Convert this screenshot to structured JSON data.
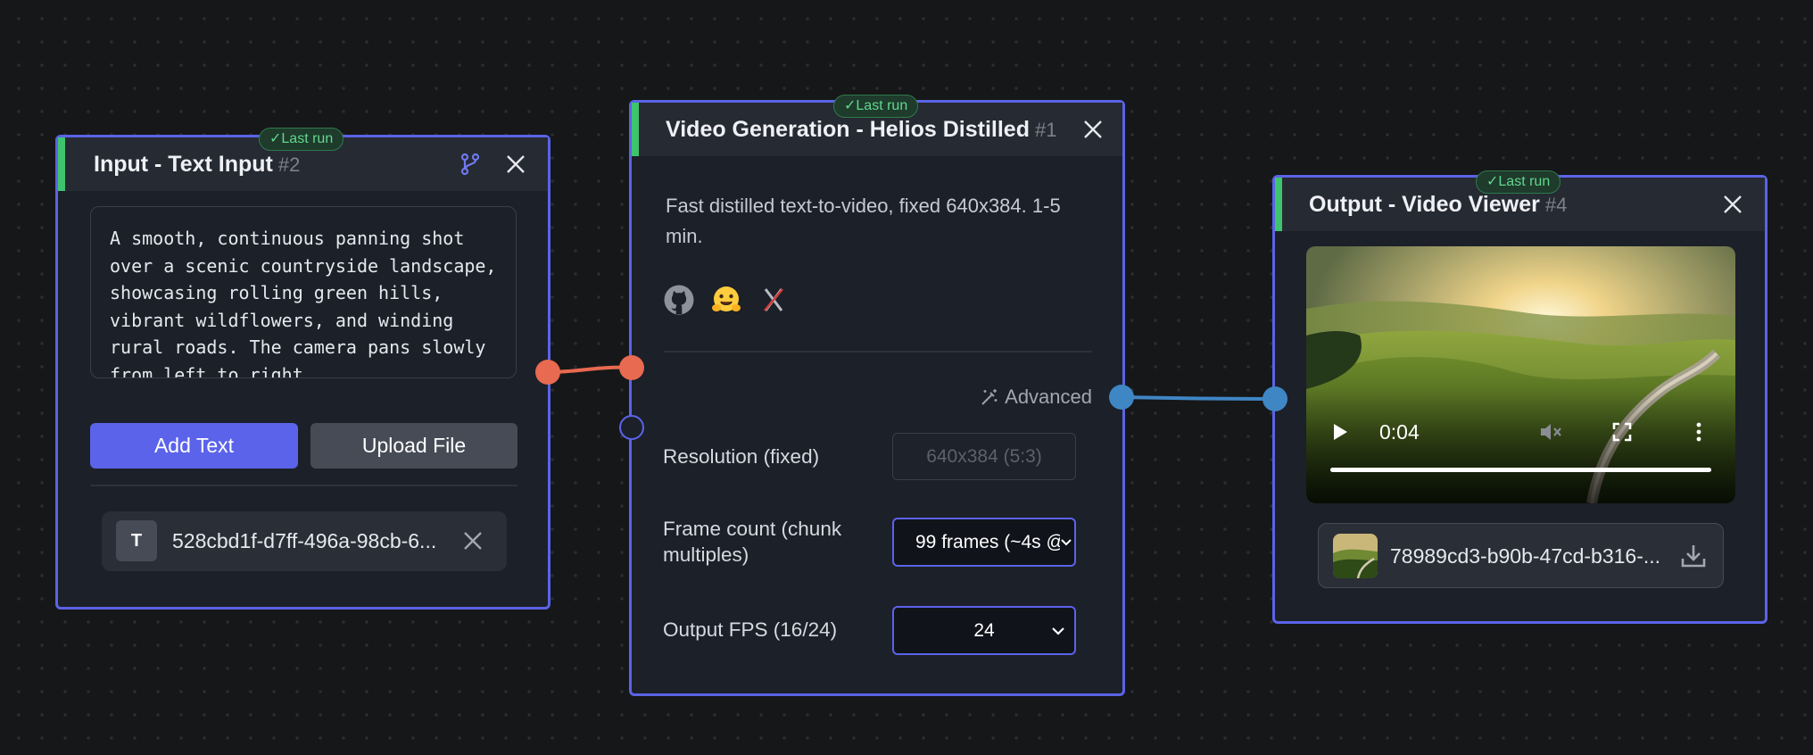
{
  "colors": {
    "accent": "#5b63ea",
    "success": "#3ec46d",
    "wire_text": "#e86a50",
    "wire_video": "#3f86c4"
  },
  "nodes": {
    "input": {
      "title": "Input - Text Input",
      "number": "#2",
      "badge": "Last run",
      "badge_check": "✓",
      "branch_icon": "branch-icon",
      "text": "A smooth, continuous panning shot over a scenic countryside landscape, showcasing rolling green hills, vibrant wildflowers, and winding rural roads. The camera pans slowly from left to right, …",
      "add_text_label": "Add Text",
      "upload_file_label": "Upload File",
      "chip_letter": "T",
      "chip_name": "528cbd1f-d7ff-496a-98cb-6..."
    },
    "videogen": {
      "title": "Video Generation - Helios Distilled",
      "number": "#1",
      "badge": "Last run",
      "badge_check": "✓",
      "description": "Fast distilled text-to-video, fixed 640x384. 1-5 min.",
      "links": [
        "github-icon",
        "huggingface-icon",
        "arxiv-disabled-icon"
      ],
      "advanced_label": "Advanced",
      "fields": {
        "resolution": {
          "label": "Resolution (fixed)",
          "value": "640x384 (5:3)"
        },
        "frame_count": {
          "label": "Frame count (chunk multiples)",
          "value": "99 frames (~4s @"
        },
        "fps": {
          "label": "Output FPS (16/24)",
          "value": "24"
        }
      }
    },
    "output": {
      "title": "Output - Video Viewer",
      "number": "#4",
      "badge": "Last run",
      "badge_check": "✓",
      "time": "0:04",
      "progress_fraction": 1.0,
      "file_name": "78989cd3-b90b-47cd-b316-..."
    }
  }
}
